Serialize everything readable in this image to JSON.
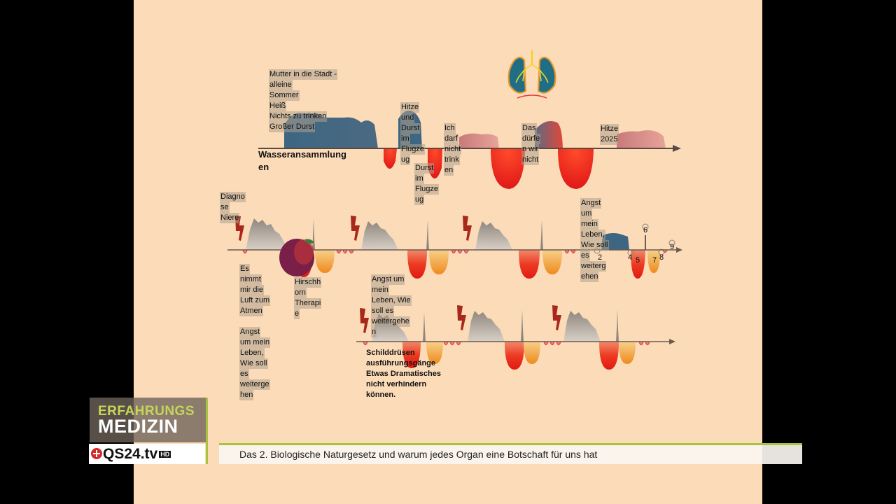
{
  "labels": {
    "mother_block": [
      "Mutter in die Stadt -",
      "alleine",
      "Sommer",
      "Heiß",
      "Nichts zu trinken",
      "Großer Durst"
    ],
    "water_title": [
      "Wasseransammlung",
      "en"
    ],
    "heat_flight": [
      "Hitze",
      "und",
      "Durst",
      "im",
      "Flugze",
      "ug"
    ],
    "thirst_flight": [
      "Durst",
      "im",
      "Flugze",
      "ug"
    ],
    "not_drink": [
      "Ich",
      "darf",
      "nicht",
      "trink",
      "en"
    ],
    "not_allowed": [
      "Das",
      "dürfe",
      "n wir",
      "nicht"
    ],
    "heat_2025": [
      "Hitze",
      "2025"
    ],
    "diagnosis": [
      "Diagno",
      "se",
      "Niere"
    ],
    "fear_right": [
      "Angst",
      "um",
      "mein",
      "Leben,",
      "Wie soll",
      "es",
      "weiterg",
      "ehen"
    ],
    "breath": [
      "Es",
      "nimmt",
      "mir die",
      "Luft zum",
      "Atmen"
    ],
    "fear_left": [
      "Angst",
      "um mein",
      "Leben,",
      "Wie soll",
      "es",
      "weiterge",
      "hen"
    ],
    "hirsch": [
      "Hirschh",
      "orn",
      "Therapi",
      "e"
    ],
    "fear_mid": [
      "Angst um",
      "mein",
      "Leben, Wie",
      "soll es",
      "weitergehe",
      "n"
    ],
    "thyroid": [
      "Schilddrüsen",
      "ausführungsgänge",
      "Etwas Dramatisches",
      "nicht verhindern",
      "können."
    ]
  },
  "phase_numbers": [
    "2",
    "4",
    "5",
    "6",
    "7",
    "8",
    "9"
  ],
  "branding": {
    "line1": "ERFAHRUNGS",
    "line2": "MEDIZIN",
    "logo": "QS24.tv",
    "hd": "HD"
  },
  "ticker": "Das 2. Biologische Naturgesetz und warum jedes Organ eine Botschaft für uns hat",
  "icons": [
    "lungs-icon",
    "lightning-icon",
    "apple-icon"
  ],
  "colors": {
    "background": "#fcdcb8",
    "active_phase": "#3d6683",
    "healing_red": "#e8271c",
    "healing_orange": "#f2a32a",
    "sympathicotonia_gray": "#a39a92",
    "accent_green": "#a9c23f"
  }
}
